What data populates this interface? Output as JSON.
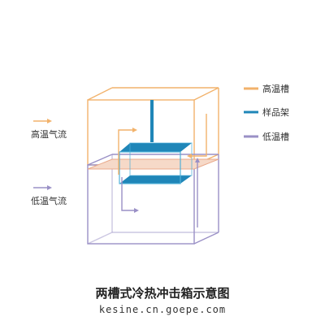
{
  "diagram": {
    "caption": "两槽式冷热冲击箱示意图",
    "watermark": "kesine.cn.goepe.com",
    "airflow_labels": {
      "high": "高温气流",
      "low": "低温气流"
    },
    "legend": [
      {
        "label": "高温槽",
        "color": "#f2b26b"
      },
      {
        "label": "样品架",
        "color": "#1f86b8"
      },
      {
        "label": "低温槽",
        "color": "#9a90c6"
      }
    ]
  }
}
